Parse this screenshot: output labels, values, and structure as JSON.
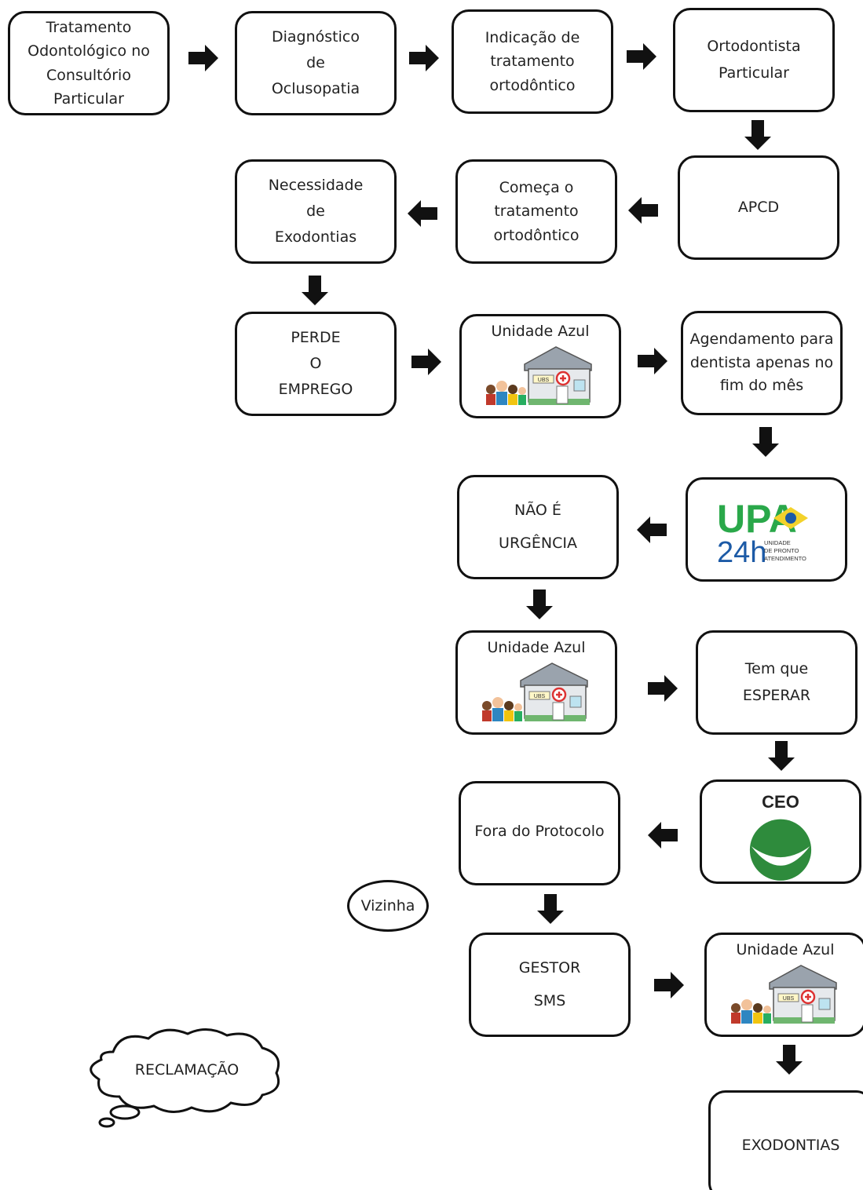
{
  "nodes": {
    "tratamento": [
      "Tratamento",
      "Odontológico no",
      "Consultório",
      "Particular"
    ],
    "diagnostico": [
      "Diagnóstico",
      "de",
      "Oclusopatia"
    ],
    "indicacao": [
      "Indicação de",
      "tratamento",
      "ortodôntico"
    ],
    "ortodontista": [
      "Ortodontista",
      "Particular"
    ],
    "apcd": "APCD",
    "comeca": [
      "Começa o",
      "tratamento",
      "ortodôntico"
    ],
    "necessidade": [
      "Necessidade",
      "de",
      "Exodontias"
    ],
    "perde": [
      "PERDE",
      "O",
      "EMPREGO"
    ],
    "unidade_azul_1": "Unidade Azul",
    "agendamento": [
      "Agendamento para",
      "dentista apenas no",
      "fim do mês"
    ],
    "upa_logo": {
      "main": "UPA",
      "sub": "24h",
      "caption": [
        "UNIDADE",
        "DE PRONTO",
        "ATENDIMENTO"
      ]
    },
    "nao_urgencia": [
      "NÃO É",
      "URGÊNCIA"
    ],
    "unidade_azul_2": "Unidade Azul",
    "tem_que": [
      "Tem que",
      "ESPERAR"
    ],
    "ceo": "CEO",
    "fora": "Fora do Protocolo",
    "vizinha": "Vizinha",
    "gestor": [
      "GESTOR",
      "SMS"
    ],
    "unidade_azul_3": "Unidade Azul",
    "exodontias": "EXODONTIAS",
    "reclamacao": "RECLAMAÇÃO",
    "ubs_sign": "UBS"
  },
  "colors": {
    "border": "#111111",
    "arrow": "#111111",
    "upa_green": "#2aa84a",
    "upa_blue": "#1c5aa6",
    "ceo_green": "#2e8b3c",
    "house_roof": "#9aa3ad",
    "house_wall": "#e6e9ec",
    "house_base": "#6fb66f"
  }
}
